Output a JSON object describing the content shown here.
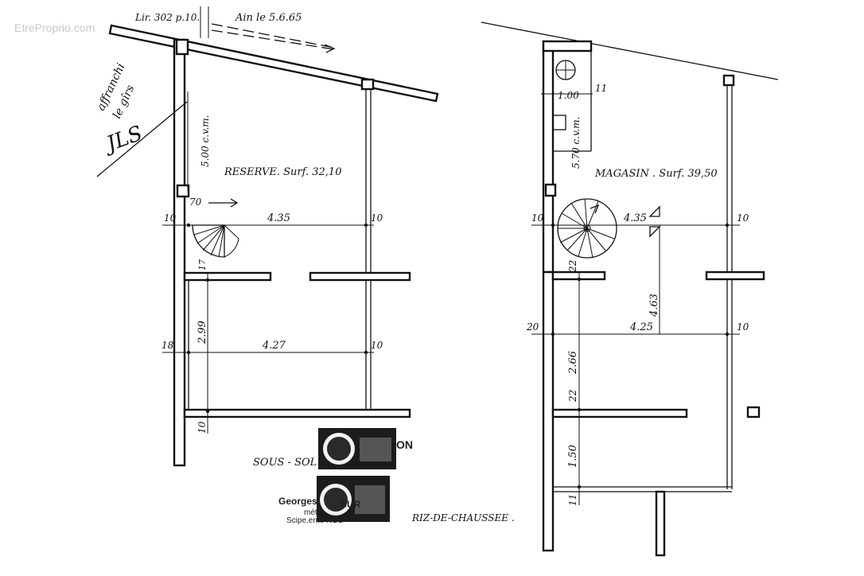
{
  "watermark": "EtreProprio.com",
  "annotations": {
    "ref_top": "Lir. 302 p.10.",
    "date_top": "Ain le 5.6.65",
    "handwritten_left": [
      "affranchi",
      "le gîrs"
    ],
    "sig": "JLS"
  },
  "left_plan": {
    "room_label": "RESERVE. Surf. 32,10",
    "height_label": "5.00 c.v.m.",
    "level_label": "SOUS - SOL",
    "dims": {
      "d70": "70",
      "w_top": "4.35",
      "left_top": "10",
      "right_top": "10",
      "d17": "17",
      "h_299": "2.99",
      "w_mid": "4.27",
      "left_mid": "18",
      "right_mid": "10",
      "bottom_10": "10"
    }
  },
  "right_plan": {
    "room_label": "MAGASIN . Surf. 39,50",
    "level_label": "RIZ-DE-CHAUSSEE .",
    "dims": {
      "wc_w": "1.00",
      "wc_11": "11",
      "wc_h": "5.70 c.v.m.",
      "w_top": "4.35",
      "left_top": "10",
      "right_top": "10",
      "d22a": "22",
      "h_463": "4.63",
      "w_mid": "4.25",
      "left_mid": "20",
      "right_mid": "10",
      "h_266": "2.66",
      "d22b": "22",
      "h_150": "1.50",
      "bottom_11": "11"
    }
  },
  "stamp": {
    "partial": "ON",
    "name": "Georges",
    "partial2": "SUR",
    "line2": "mét",
    "line3": "Scipe.ente NOL"
  }
}
